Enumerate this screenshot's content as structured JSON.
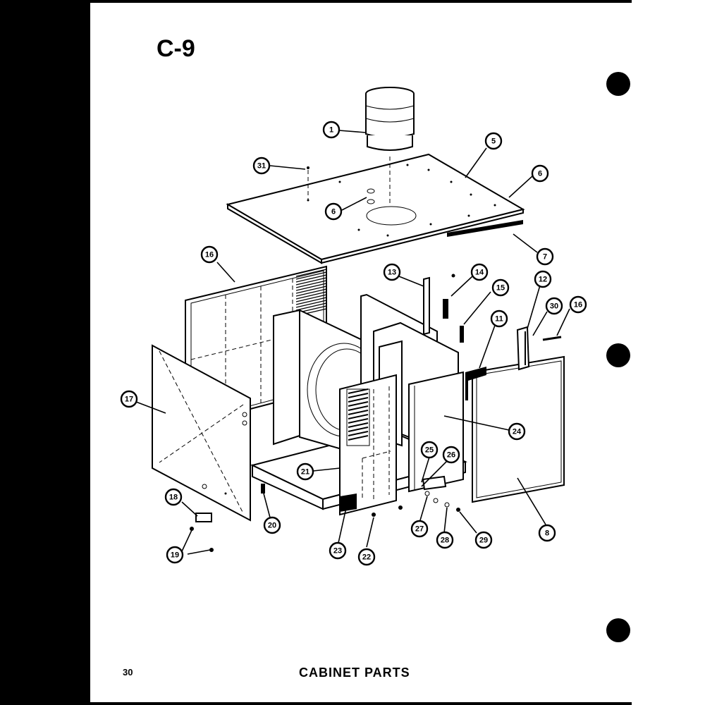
{
  "figure_code": "C-9",
  "page_number": "30",
  "caption": "CABINET PARTS",
  "callouts": [
    {
      "label": "1"
    },
    {
      "label": "5"
    },
    {
      "label": "6"
    },
    {
      "label": "31"
    },
    {
      "label": "6"
    },
    {
      "label": "7"
    },
    {
      "label": "16"
    },
    {
      "label": "13"
    },
    {
      "label": "14"
    },
    {
      "label": "15"
    },
    {
      "label": "12"
    },
    {
      "label": "30"
    },
    {
      "label": "16"
    },
    {
      "label": "11"
    },
    {
      "label": "17"
    },
    {
      "label": "24"
    },
    {
      "label": "25"
    },
    {
      "label": "26"
    },
    {
      "label": "21"
    },
    {
      "label": "18"
    },
    {
      "label": "20"
    },
    {
      "label": "19"
    },
    {
      "label": "23"
    },
    {
      "label": "22"
    },
    {
      "label": "27"
    },
    {
      "label": "28"
    },
    {
      "label": "29"
    },
    {
      "label": "8"
    }
  ]
}
